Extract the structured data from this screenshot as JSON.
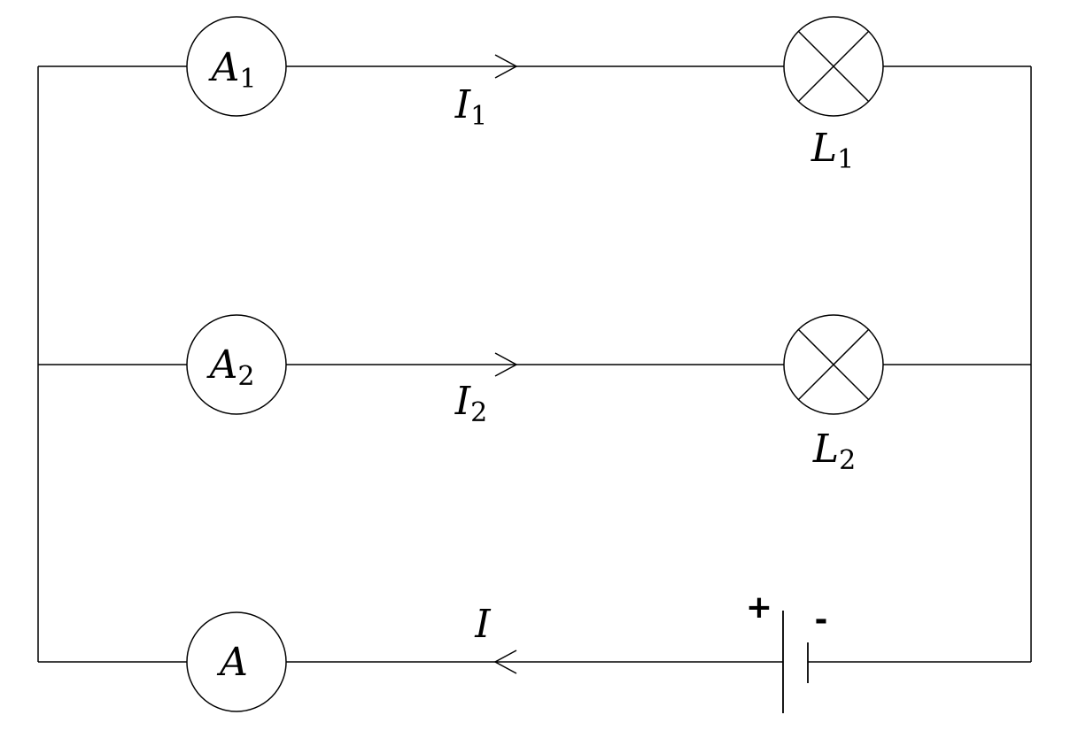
{
  "labels": {
    "ammeter_total": {
      "main": "A",
      "sub": ""
    },
    "ammeter_1": {
      "main": "A",
      "sub": "1"
    },
    "ammeter_2": {
      "main": "A",
      "sub": "2"
    },
    "current_total": {
      "main": "I",
      "sub": ""
    },
    "current_1": {
      "main": "I",
      "sub": "1"
    },
    "current_2": {
      "main": "I",
      "sub": "2"
    },
    "lamp_1": {
      "main": "L",
      "sub": "1"
    },
    "lamp_2": {
      "main": "L",
      "sub": "2"
    },
    "battery_plus": "+",
    "battery_minus": "-"
  },
  "colors": {
    "line": "#000000",
    "background": "#ffffff"
  },
  "icons": {
    "ammeter": "circle-with-letter",
    "lamp": "circle-with-cross",
    "battery": "two-plate-cell",
    "current_arrow": "open-chevron"
  }
}
